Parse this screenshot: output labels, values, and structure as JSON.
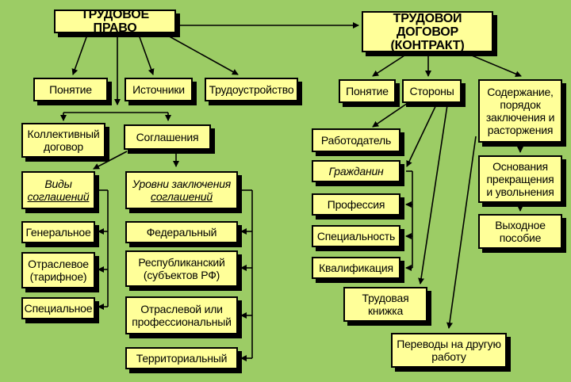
{
  "labor_law": {
    "title": "ТРУДОВОЕ ПРАВО",
    "concept": "Понятие",
    "sources": "Источники",
    "employment": "Трудоустройство",
    "collective_l1": "Коллективный",
    "collective_l2": "договор",
    "agreements": "Соглашения",
    "kinds_l1": "Виды",
    "kinds_l2": "соглашений",
    "general": "Генеральное",
    "sectoral_l1": "Отраслевое",
    "sectoral_l2": "(тарифное)",
    "special": "Специальное",
    "levels_l1": "Уровни заключения",
    "levels_l2": "соглашений",
    "federal": "Федеральный",
    "republic_l1": "Республиканский",
    "republic_l2": "(субъектов РФ)",
    "industry_l1": "Отраслевой или",
    "industry_l2": "профессиональный",
    "territorial": "Территориальный"
  },
  "labor_contract": {
    "title_l1": "ТРУДОВОЙ ДОГОВОР",
    "title_l2": "(КОНТРАКТ)",
    "concept": "Понятие",
    "parties": "Стороны",
    "content_l1": "Содержание,",
    "content_l2": "порядок",
    "content_l3": "заключения и",
    "content_l4": "расторжения",
    "employer": "Работодатель",
    "citizenship": "Гражданин",
    "profession": "Профессия",
    "specialty": "Специальность",
    "qualification": "Квалификация",
    "work_book_l1": "Трудовая",
    "work_book_l2": "книжка",
    "transfers_l1": "Переводы на другую",
    "transfers_l2": "работу",
    "grounds_l1": "Основания",
    "grounds_l2": "прекращения",
    "grounds_l3": "и увольнения",
    "severance_l1": "Выходное",
    "severance_l2": "пособие"
  },
  "colors": {
    "background": "#9ccc65",
    "box_fill": "#ffff99",
    "border": "#000000",
    "shadow": "#000000"
  }
}
